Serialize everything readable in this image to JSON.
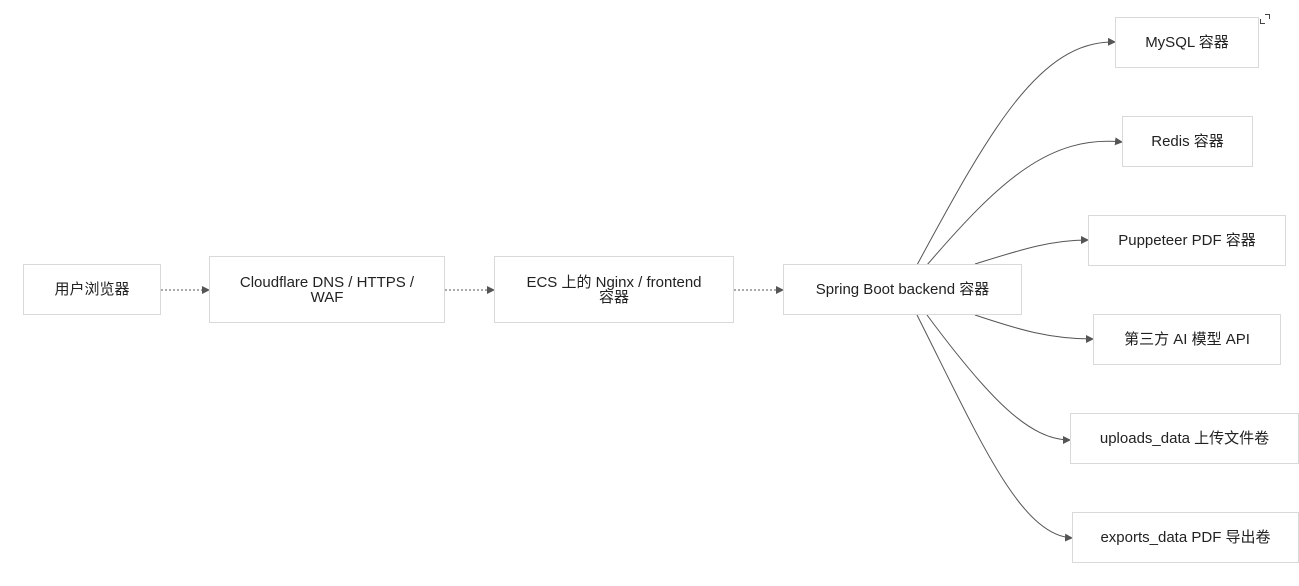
{
  "nodes": {
    "browser": "用户浏览器",
    "cloudflare": "Cloudflare DNS / HTTPS / WAF",
    "nginx": "ECS 上的 Nginx / frontend 容器",
    "backend": "Spring Boot backend 容器",
    "mysql": "MySQL 容器",
    "redis": "Redis 容器",
    "puppeteer": "Puppeteer PDF 容器",
    "ai_api": "第三方 AI 模型 API",
    "uploads": "uploads_data 上传文件卷",
    "exports": "exports_data PDF 导出卷"
  },
  "edges": [
    {
      "from": "browser",
      "to": "cloudflare",
      "style": "dashed"
    },
    {
      "from": "cloudflare",
      "to": "nginx",
      "style": "dashed"
    },
    {
      "from": "nginx",
      "to": "backend",
      "style": "dashed"
    },
    {
      "from": "backend",
      "to": "mysql",
      "style": "solid"
    },
    {
      "from": "backend",
      "to": "redis",
      "style": "solid"
    },
    {
      "from": "backend",
      "to": "puppeteer",
      "style": "solid"
    },
    {
      "from": "backend",
      "to": "ai_api",
      "style": "solid"
    },
    {
      "from": "backend",
      "to": "uploads",
      "style": "solid"
    },
    {
      "from": "backend",
      "to": "exports",
      "style": "solid"
    }
  ],
  "colors": {
    "edge": "#555555",
    "node_border": "#d9d9d9",
    "node_fill": "#ffffff",
    "text": "#222222"
  },
  "icons": {
    "corner": "expand-icon"
  }
}
